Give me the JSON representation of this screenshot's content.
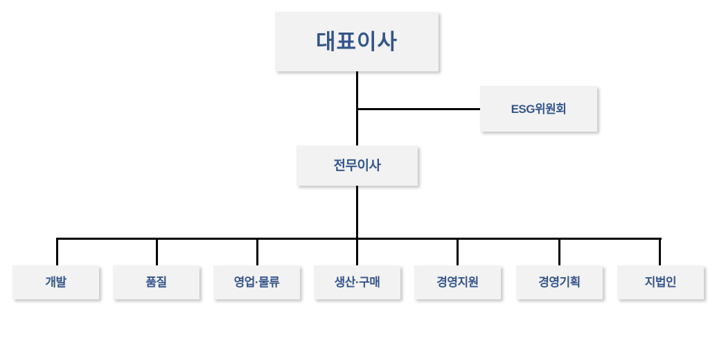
{
  "chart": {
    "type": "organization-chart",
    "title": "",
    "colors": {
      "node_fill": "#f2f2f2",
      "node_text": "#35558a",
      "connector": "#000000",
      "background": "#ffffff"
    },
    "nodes": {
      "ceo": {
        "label": "대표이사",
        "level": 1
      },
      "committee": {
        "label": "ESG위원회",
        "level": 2
      },
      "executive": {
        "label": "전무이사",
        "level": 3
      }
    },
    "departments": [
      {
        "label": "개발"
      },
      {
        "label": "품질"
      },
      {
        "label": "영업·물류"
      },
      {
        "label": "생산·구매"
      },
      {
        "label": "경영지원"
      },
      {
        "label": "경영기획"
      },
      {
        "label": "지법인"
      }
    ]
  }
}
